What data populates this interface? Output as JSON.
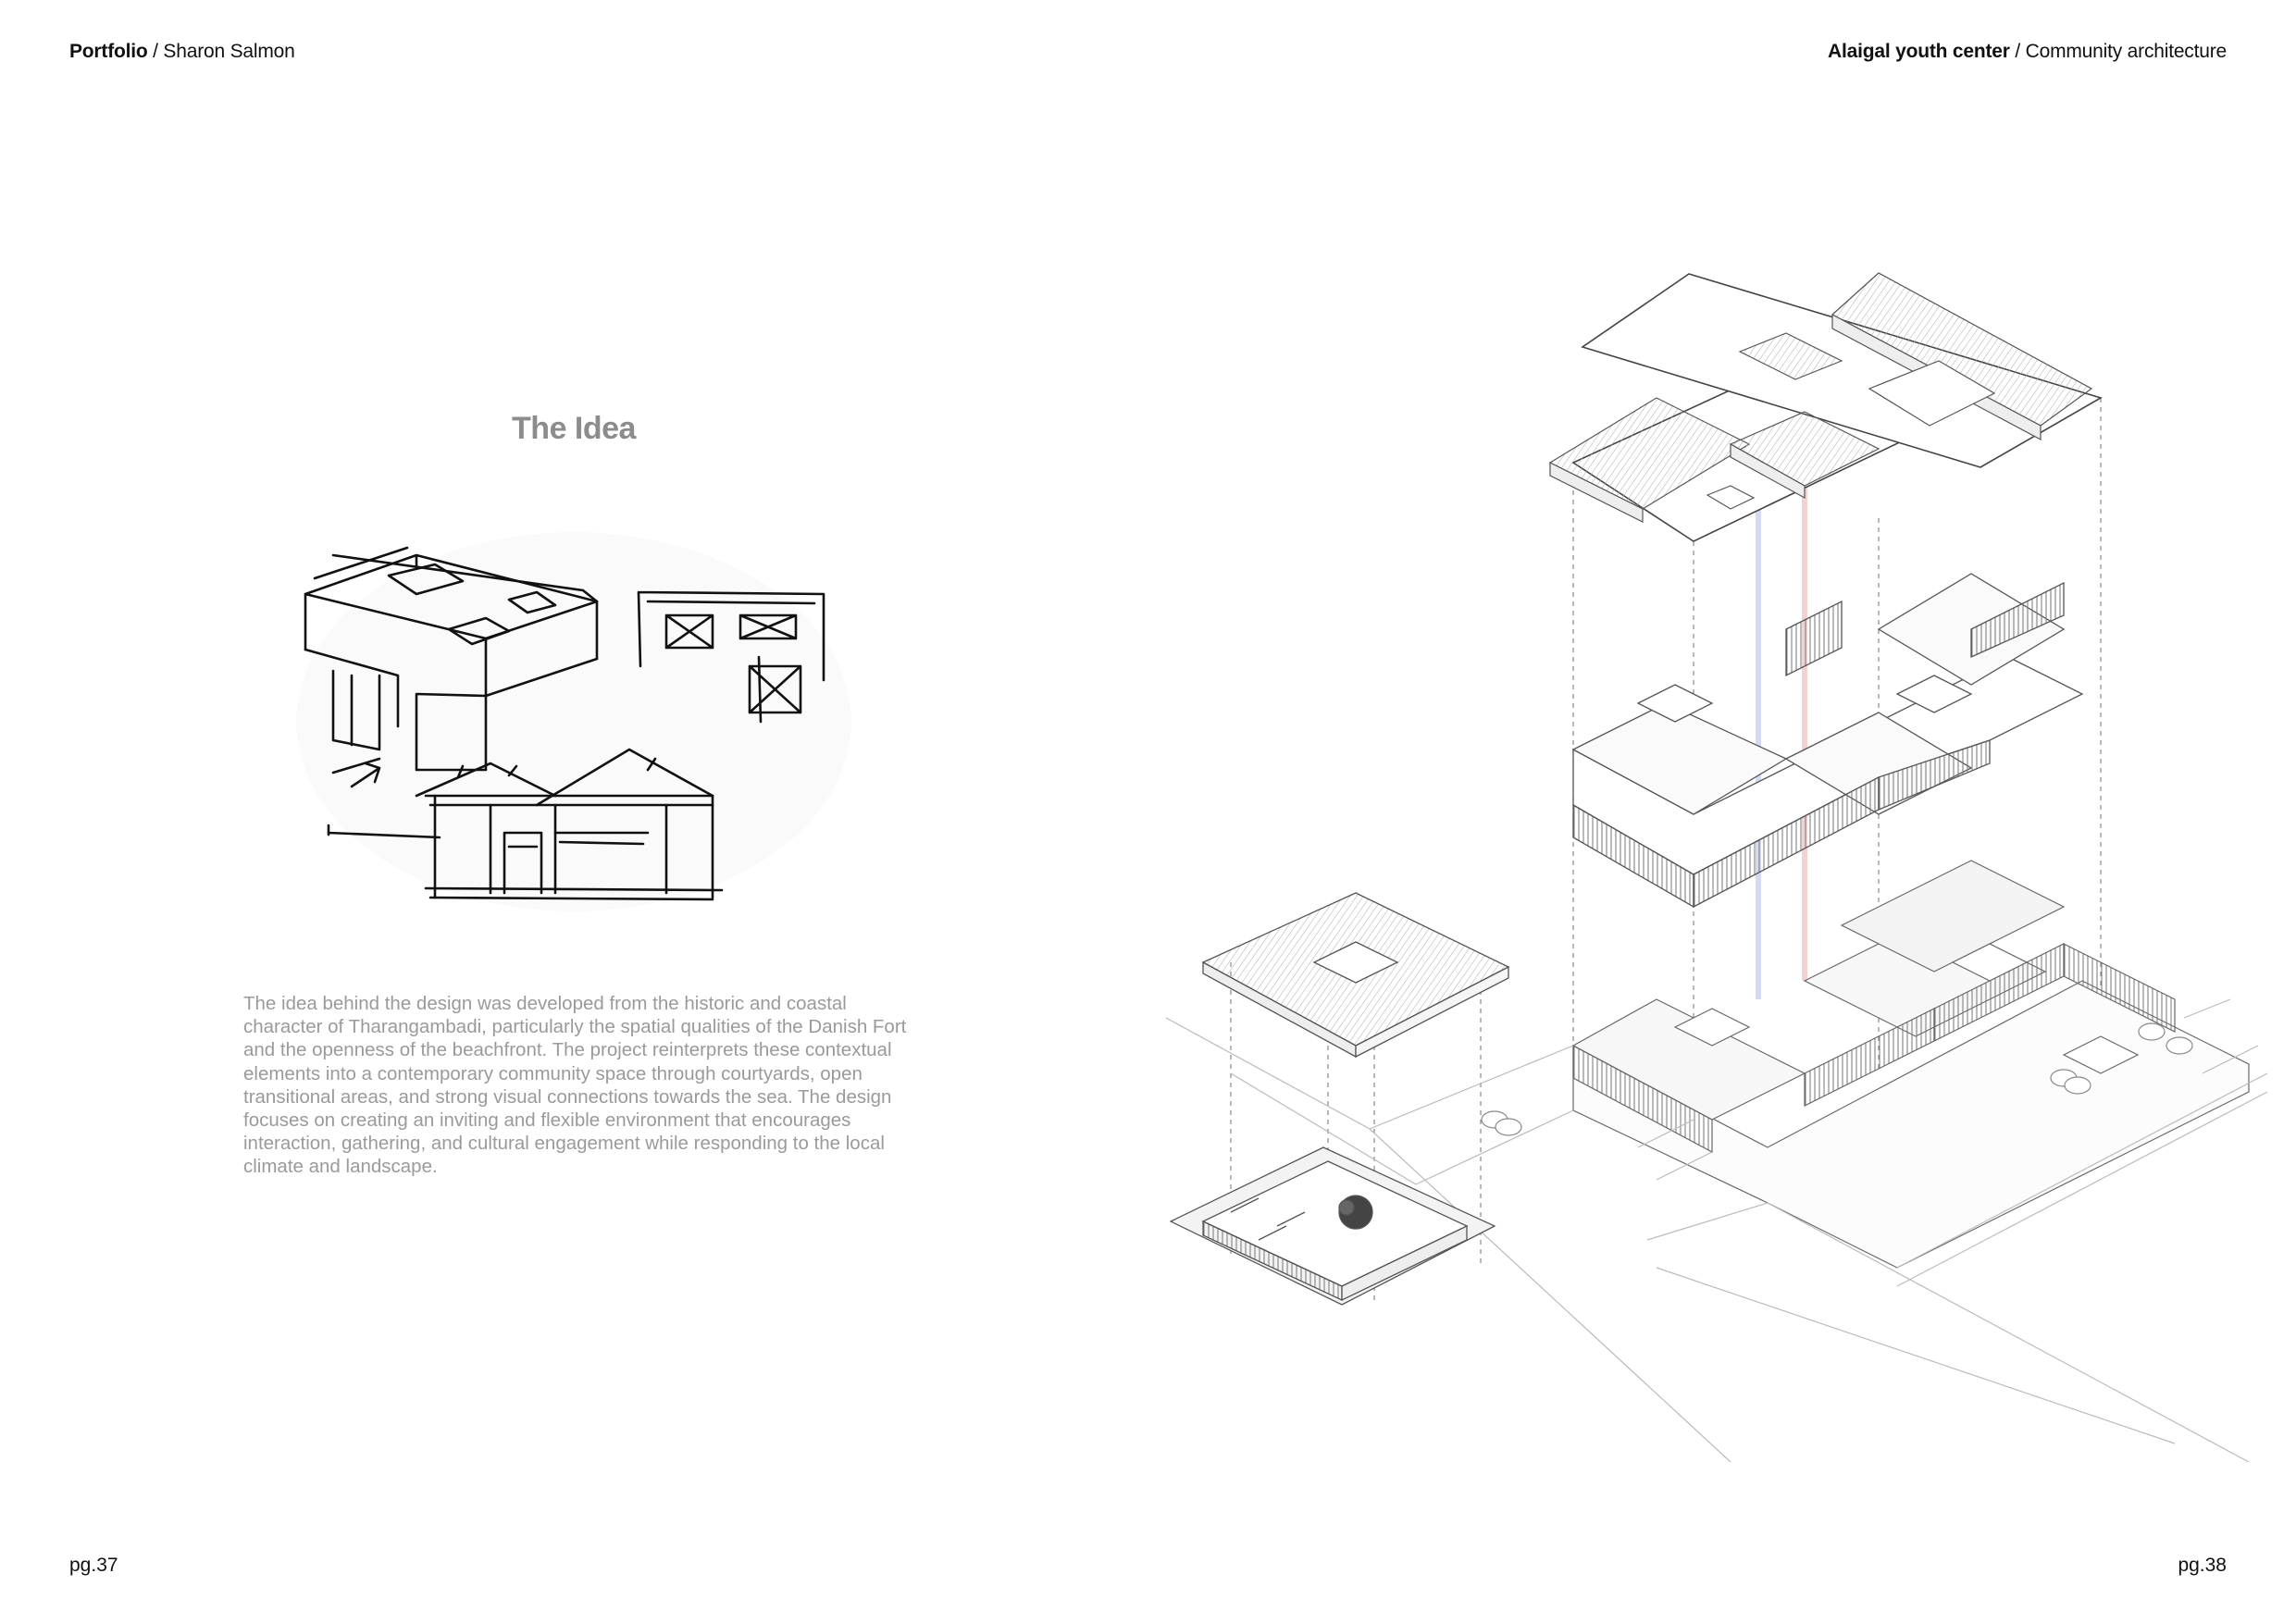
{
  "header_left": {
    "bold": "Portfolio",
    "rest": " / Sharon Salmon"
  },
  "header_right": {
    "bold": "Alaigal youth center",
    "rest": " / Community architecture"
  },
  "left_page": {
    "title": "The Idea",
    "paragraph": "The idea behind the design was developed from the historic and coastal character of Tharangambadi, particularly the spatial qualities of the Danish Fort and the openness of the beachfront. The project reinterprets these contextual elements into a contemporary community space through courtyards, open transitional areas, and strong visual connections towards the sea. The design focuses on creating an inviting and flexible environment that encourages interaction, gathering, and cultural engagement while responding to the local climate and landscape."
  },
  "footer": {
    "left_page_number": "pg.37",
    "right_page_number": "pg.38"
  },
  "colors": {
    "title_grey": "#8c8c8c",
    "body_grey": "#9a9a9a",
    "line": "#555555",
    "axis_blue": "#c9d2f0",
    "axis_red": "#f3c8c8"
  }
}
